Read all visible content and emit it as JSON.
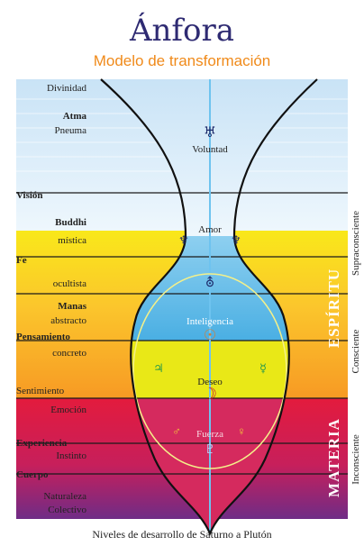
{
  "title": "Ánfora",
  "subtitle": "Modelo de transformación",
  "caption": "Niveles de desarrollo de Saturno a Plutón",
  "left_labels": {
    "divinidad": "Divinidad",
    "atma": "Atma",
    "pneuma": "Pneuma",
    "vision": "Visión",
    "buddhi": "Buddhi",
    "mistica": "mística",
    "fe": "Fe",
    "ocultista": "ocultista",
    "manas": "Manas",
    "abstracto": "abstracto",
    "pensamiento": "Pensamiento",
    "concreto": "concreto",
    "sentimiento": "Sentimiento",
    "emocion": "Emoción",
    "experiencia": "Experiencia",
    "instinto": "Instinto",
    "cuerpo": "Cuerpo",
    "naturaleza": "Naturaleza",
    "colectivo": "Colectivo"
  },
  "center_labels": {
    "voluntad": "Voluntad",
    "amor": "Amor",
    "inteligencia": "Inteligencia",
    "deseo": "Deseo",
    "fuerza": "Fuerza"
  },
  "band_labels": {
    "espiritu": "ESPÍRITU",
    "materia": "MATERIA"
  },
  "right_labels": {
    "supraconsciente": "Supraconsciente",
    "consciente": "Consciente",
    "inconsciente": "Inconsciente"
  },
  "glyphs": {
    "voluntad": "♅",
    "amor_left": "♆",
    "amor_right": "♆",
    "ocultista": "⛢",
    "inteligencia": "☉",
    "concreto_left": "♃",
    "concreto_right": "☿",
    "deseo": "☽",
    "fuerza_left": "♂",
    "fuerza_right": "♀",
    "fuerza_center": "♇"
  },
  "colors": {
    "title": "#2e2a72",
    "subtitle": "#f08a1a",
    "sky": "#dbeefa",
    "yellow": "#f7ec13",
    "orange": "#fbb12e",
    "blue": "#5fb8e8",
    "red": "#d81f47",
    "purple": "#7c2a83",
    "outline": "#111111"
  }
}
